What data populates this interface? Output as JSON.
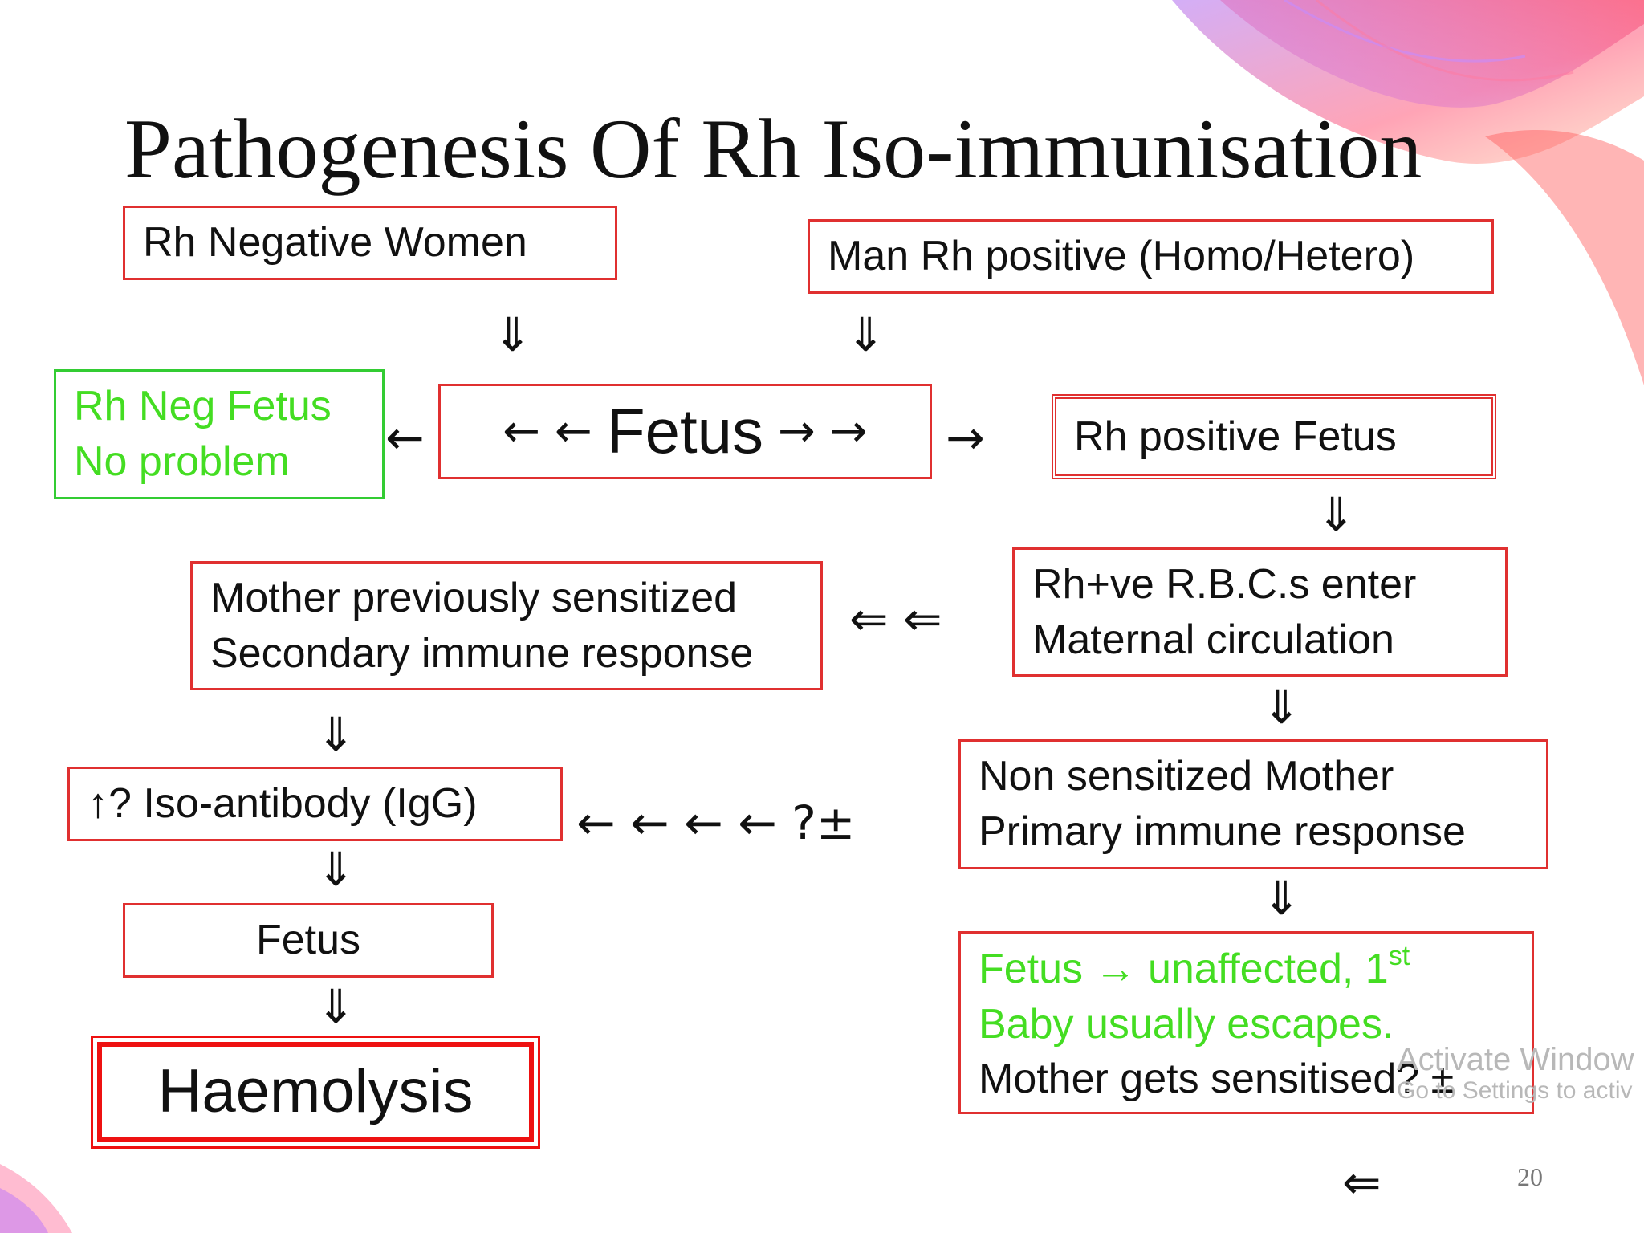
{
  "title": "Pathogenesis Of Rh Iso-immunisation",
  "boxes": {
    "rh_negative_women": "Rh Negative Women",
    "man_rh_positive": "Man Rh positive (Homo/Hetero)",
    "rh_neg_fetus_line1": "Rh Neg Fetus",
    "rh_neg_fetus_line2": "No problem",
    "fetus_center_left": "← ←",
    "fetus_center_label": "Fetus",
    "fetus_center_right": "→ →",
    "rh_positive_fetus": "Rh positive Fetus",
    "rbc_enter_line1": "Rh+ve R.B.C.s enter",
    "rbc_enter_line2": "Maternal circulation",
    "previously_sensitized_line1": "Mother previously sensitized",
    "previously_sensitized_line2": "Secondary immune response",
    "non_sensitized_line1": "Non sensitized Mother",
    "non_sensitized_line2": "Primary immune response",
    "iso_antibody": "↑? Iso-antibody (IgG)",
    "fetus_lower": "Fetus",
    "haemolysis": "Haemolysis",
    "unaffected_line1": "Fetus → unaffected, 1",
    "unaffected_sup": "st",
    "unaffected_line2": "Baby usually escapes.",
    "unaffected_line3": "Mother gets sensitised? ±"
  },
  "arrows": {
    "down": "⇓",
    "left": "←",
    "right": "→",
    "double_left_pair": "⇐  ⇐",
    "chain_left": "←  ←     ←  ←  ?±",
    "nav_back": "⇐"
  },
  "watermark": {
    "line1": "Activate Window",
    "line2": "Go to Settings to activ"
  },
  "page_number": "20",
  "colors": {
    "box_border": "#e03030",
    "green_text": "#44dd22",
    "green_border": "#33cc33"
  }
}
